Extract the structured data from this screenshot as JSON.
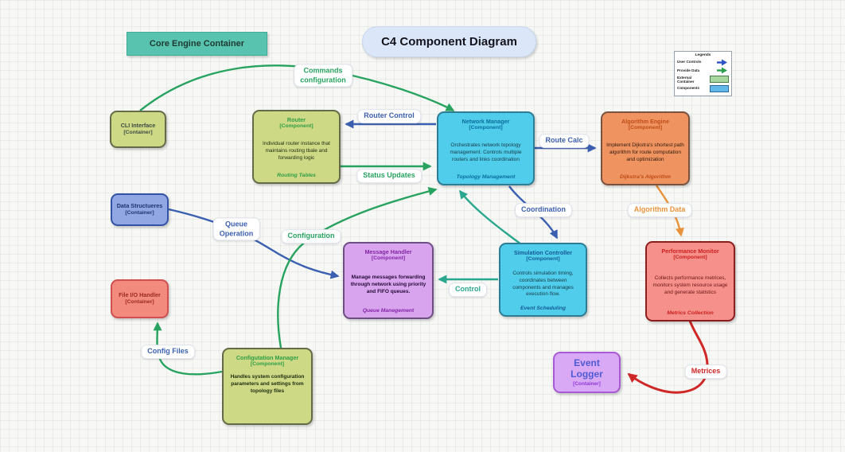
{
  "title": "C4 Component Diagram",
  "container_label": "Core Engine Container",
  "legend": {
    "title": "Legends",
    "items": [
      {
        "label": "User Controls",
        "swatch": "blue-arrow"
      },
      {
        "label": "Provide Data",
        "swatch": "green-arrow"
      },
      {
        "label": "External Container",
        "swatch": "green-box"
      },
      {
        "label": "Components",
        "swatch": "blue-box"
      }
    ]
  },
  "nodes": {
    "cli_interface": {
      "title": "CLI Interface",
      "subtitle": "[Container]"
    },
    "router": {
      "title": "Router",
      "subtitle": "[Component]",
      "body": "Individual router instance that maintains routing tbale and forwarding logic",
      "footer": "Routing Tables"
    },
    "network_manager": {
      "title": "Network Manager",
      "subtitle": "[Component]",
      "body": "Orchestrates network topology management. Controls multiple routers and links coordination",
      "footer": "Topology Management"
    },
    "algorithm_engine": {
      "title": "Algorithm Engine",
      "subtitle": "[Component]",
      "body": "Implement Dijkstra's shortest path algorithm for route computation and optimization",
      "footer": "Dijkstra's Algorithm"
    },
    "data_structures": {
      "title": "Data Structueres",
      "subtitle": "[Container]"
    },
    "message_handler": {
      "title": "Message Handler",
      "subtitle": "[Component]",
      "body": "Manage messages forwarding through network using priority and FIFO queues.",
      "footer": "Queue Manegement"
    },
    "simulation_controller": {
      "title": "Simulation Controller",
      "subtitle": "[Component]",
      "body": "Controls simulation timing, coordinates between components and manages execution flow.",
      "footer": "Event Scheduling"
    },
    "performance_monitor": {
      "title": "Performance Monitor",
      "subtitle": "[Component]",
      "body": "Collects performance metrices, monitors system resource usage and generate statistics",
      "footer": "Metrics Collection"
    },
    "file_io_handler": {
      "title": "File I/O Handler",
      "subtitle": "[Container]"
    },
    "config_manager": {
      "title": "Configutation Manager",
      "subtitle": "[Component]",
      "body": "Handles system configuration parameters and settings from topology files"
    },
    "event_logger": {
      "title": "Event Logger",
      "subtitle": "[Container]"
    }
  },
  "edge_labels": {
    "commands": [
      "Commands",
      "configuration"
    ],
    "router_control": "Router Control",
    "status_updates": "Status Updates",
    "route_calc": "Route Calc",
    "coordination": "Coordination",
    "queue_operation": [
      "Queue",
      "Operation"
    ],
    "configuration": "Configuration",
    "control": "Control",
    "algorithm_data": "Algorithm  Data",
    "config_files": "Config Files",
    "metrices": "Metrices"
  },
  "edges": [
    {
      "from": "CLI Interface",
      "to": "Network Manager",
      "label": "Commands configuration",
      "color": "green"
    },
    {
      "from": "Network Manager",
      "to": "Router",
      "label": "Router Control",
      "color": "blue"
    },
    {
      "from": "Router",
      "to": "Network Manager",
      "label": "Status Updates",
      "color": "green"
    },
    {
      "from": "Network Manager",
      "to": "Algorithm Engine",
      "label": "Route Calc",
      "color": "blue"
    },
    {
      "from": "Network Manager",
      "to": "Simulation Controller",
      "label": "Coordination",
      "color": "blue"
    },
    {
      "from": "Simulation Controller",
      "to": "Network Manager",
      "label": "",
      "color": "teal"
    },
    {
      "from": "Algorithm Engine",
      "to": "Performance Monitor",
      "label": "Algorithm  Data",
      "color": "orange"
    },
    {
      "from": "Data Structueres",
      "to": "Message Handler",
      "label": "Queue Operation",
      "color": "blue"
    },
    {
      "from": "Configutation Manager",
      "to": "Network Manager",
      "label": "Configuration",
      "color": "green"
    },
    {
      "from": "Simulation Controller",
      "to": "Message Handler",
      "label": "Control",
      "color": "teal"
    },
    {
      "from": "Configutation Manager",
      "to": "File I/O Handler",
      "label": "Config Files",
      "color": "green"
    },
    {
      "from": "Performance Monitor",
      "to": "Event Logger",
      "label": "Metrices",
      "color": "red"
    }
  ],
  "colors": {
    "edge_green": "#27a25f",
    "edge_blue": "#3b5fb0",
    "edge_teal": "#2aa78f",
    "edge_orange": "#e8923a",
    "edge_red": "#cf2626",
    "banner_teal": "#58c3ae",
    "olive_node": "#cdd985",
    "cyan_node": "#4fcdea",
    "orange_node": "#ef9461",
    "periwinkle_node": "#90a7e3",
    "purple_node": "#d8a4ee",
    "salmon_node": "#f5918a",
    "violet_node": "#d9a9f5"
  }
}
